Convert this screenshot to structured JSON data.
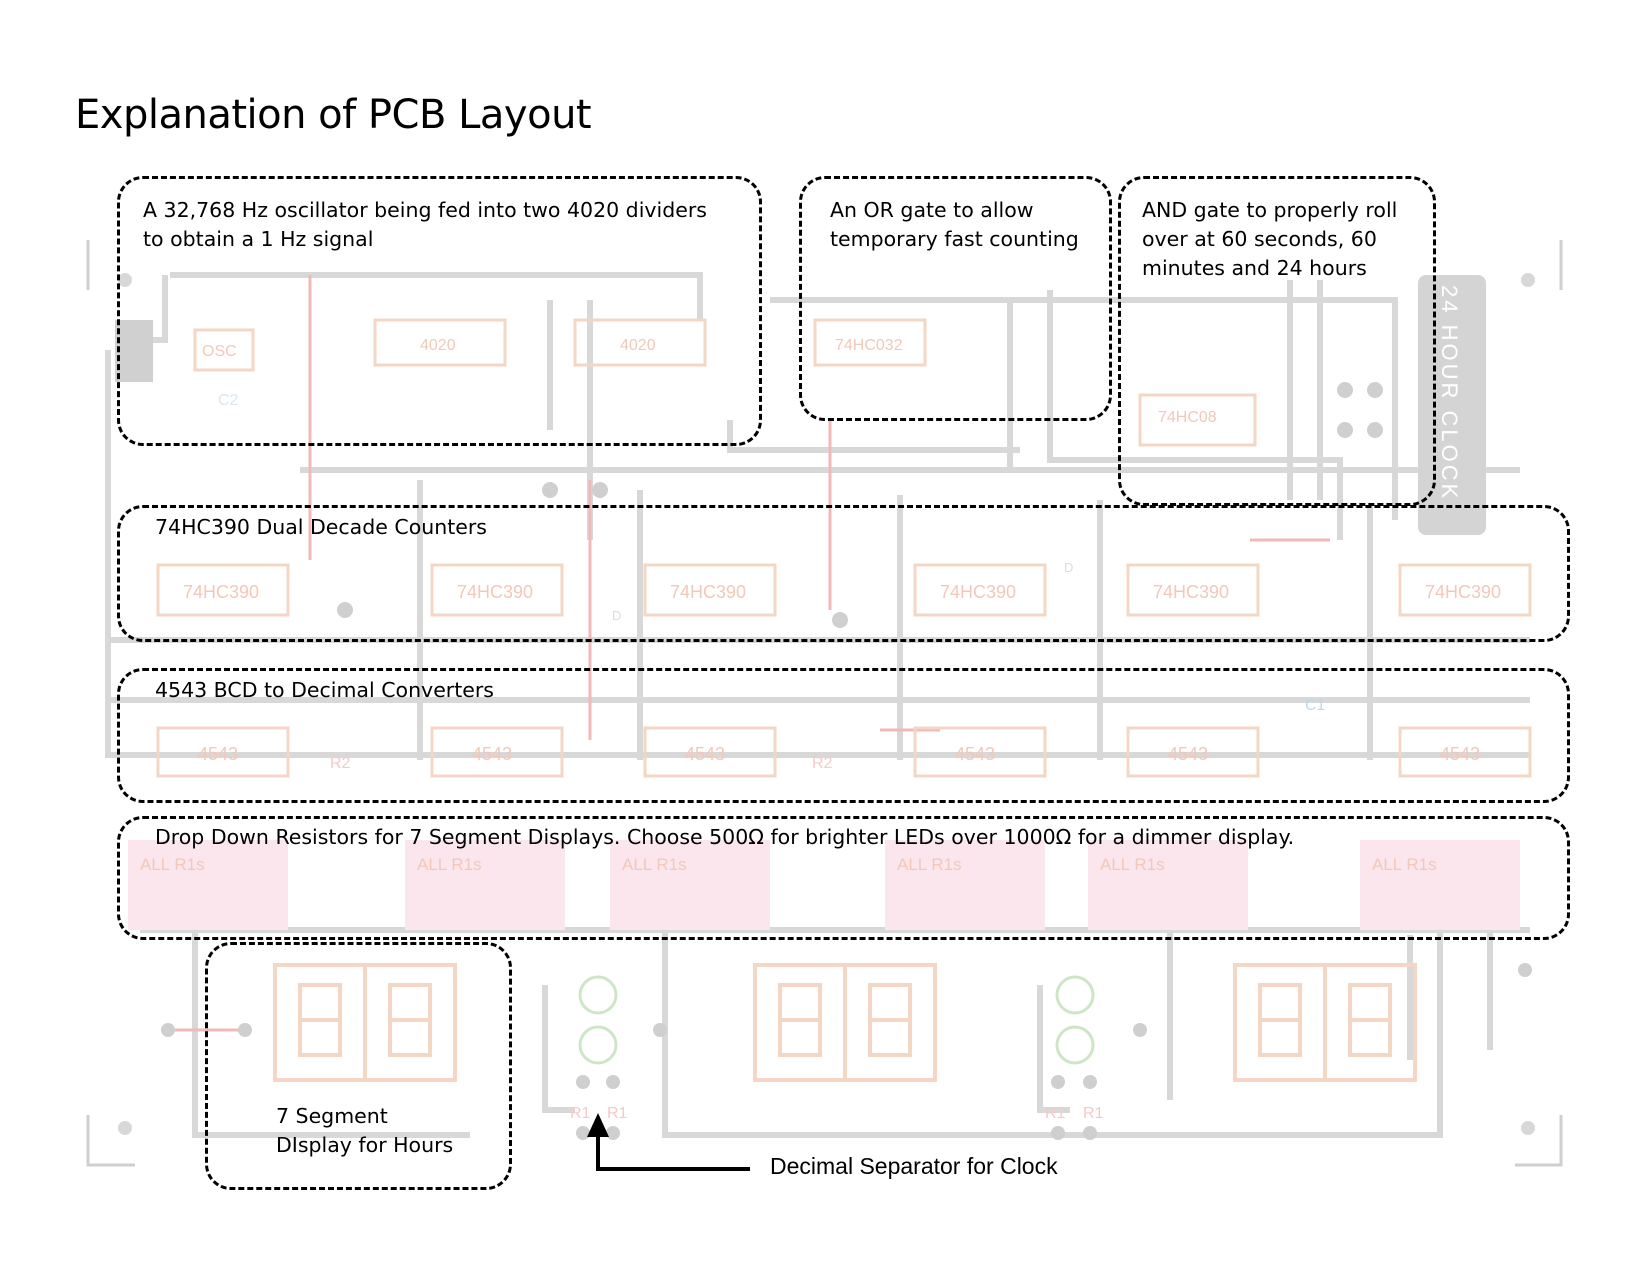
{
  "page": {
    "title": "Explanation of PCB Layout"
  },
  "callouts": {
    "oscillator": "A 32,768 Hz oscillator being fed into two 4020 dividers\nto obtain a 1 Hz signal",
    "or_gate": "An OR gate to allow\ntemporary fast counting",
    "and_gate": "AND gate to properly roll\nover at 60 seconds, 60\nminutes and 24 hours",
    "counters": "74HC390 Dual Decade Counters",
    "converters": "4543 BCD to Decimal Converters",
    "resistors": "Drop Down Resistors for 7 Segment Displays. Choose 500Ω for brighter LEDs over 1000Ω for a dimmer display.",
    "hours_display": "7 Segment\nDIsplay for Hours"
  },
  "arrow": {
    "label": "Decimal Separator for Clock"
  },
  "pcb_labels": {
    "osc": "OSC",
    "divider": "4020",
    "or_chip": "74HC032",
    "and_chip": "74HC08",
    "counter": "74HC390",
    "converter": "4543",
    "resistor_pack": "ALL R1s",
    "r1": "R1",
    "r2": "R2",
    "c1": "C1",
    "c2": "C2",
    "d": "D",
    "brand": "24 HOUR CLOCK"
  },
  "colors": {
    "trace": "#d6d6d6",
    "chip_outline": "#f3d6c4",
    "resistor_fill": "#fbe6ee",
    "red_trace": "#f2b9b9",
    "dash": "#000000"
  }
}
